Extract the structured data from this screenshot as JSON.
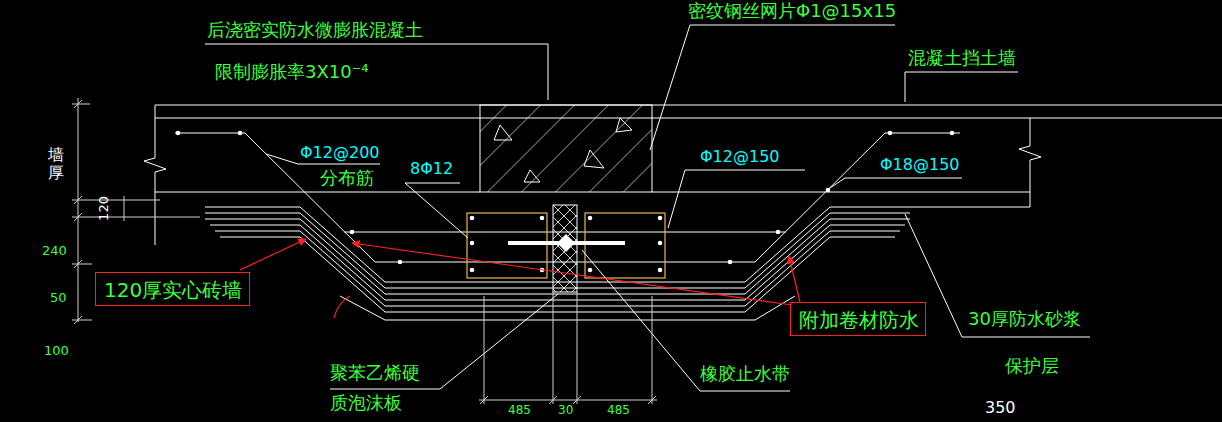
{
  "diagram": {
    "nodes": [
      {
        "text": [
          "120厚实心砖墙"
        ]
      },
      {
        "text": [
          "附加卷材防水"
        ]
      }
    ],
    "labels": [
      "密纹钢丝网片Φ1@15x15",
      "后浇密实防水微膨胀混凝土",
      "限制膨胀率3X10⁻⁴",
      "混凝土挡土墙",
      "墙厚",
      "120",
      "Φ12@200",
      "分布筋",
      "8Φ12",
      "Φ12@150",
      "Φ18@150",
      "240",
      "50",
      "100",
      "30厚防水砂浆",
      "保护层",
      "聚苯乙烯硬 质泡沫板",
      "橡胶止水带",
      "485",
      "30",
      "485",
      "350"
    ]
  }
}
